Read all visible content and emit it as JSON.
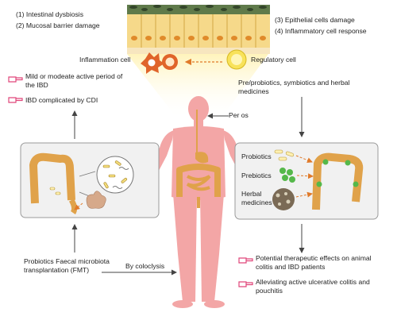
{
  "top_left": {
    "items": [
      "(1) Intestinal dysbiosis",
      "(2) Mucosal barrier damage"
    ]
  },
  "top_right": {
    "items": [
      "(3) Epithelial cells damage",
      "(4) Inflammatory cell response"
    ]
  },
  "cells": {
    "inflammation_label": "Inflammation cell",
    "regulatory_label": "Regulatory cell"
  },
  "left_outcomes": [
    "Mild or modeate active period of the IBD",
    "IBD complicated by CDI"
  ],
  "right_intro": "Pre/probiotics, symbiotics and herbal medicines",
  "per_os": "Per os",
  "treatment_box": {
    "probiotics": "Probiotics",
    "prebiotics": "Prebiotics",
    "herbal_medicines": "Herbal medicines"
  },
  "left_treatment": "Probiotics Faecal microbiota transplantation (FMT)",
  "by_coloclysis": "By coloclysis",
  "right_outcomes": [
    "Potential therapeutic effects on animal colitis and IBD patients",
    "Alleviating active ulcerative colitis and pouchitis"
  ],
  "colors": {
    "body": "#f3a6a6",
    "colon": "#e0a24a",
    "box_fill": "#f1f1f1",
    "box_border": "#9a9a9a",
    "arrow": "#444444",
    "dashed_orange": "#e07a2a",
    "bullet_pink": "#e0467a"
  }
}
